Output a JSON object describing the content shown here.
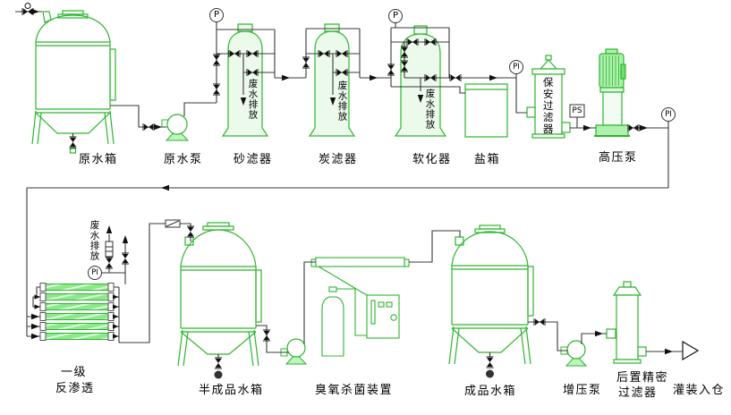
{
  "labels": {
    "raw_water_tank": "原水箱",
    "raw_water_pump": "原水泵",
    "sand_filter": "砂滤器",
    "carbon_filter": "炭滤器",
    "softener": "软化器",
    "salt_tank": "盐箱",
    "security_filter": "保安过滤器",
    "high_pressure_pump": "高压泵",
    "ro_stage": "一级",
    "ro_osmosis": "反渗透",
    "semi_product_tank": "半成品水箱",
    "ozone_device": "臭氧杀菌装置",
    "product_tank": "成品水箱",
    "booster_pump": "增压泵",
    "post_filter_line1": "后置精密",
    "post_filter_line2": "过滤器",
    "filling": "灌装入仓"
  },
  "annotations": {
    "waste_discharge": "废水排放"
  },
  "instruments": {
    "pressure_gauge": "P",
    "pressure_indicator": "PI",
    "pressure_switch": "PS"
  },
  "colors": {
    "equipment_green": "#2db52d",
    "vessel_tint": "#ecfaec",
    "membrane_green": "#8ce98c",
    "pipe_gray": "#3a3a3a",
    "symbol_black": "#111111",
    "background": "#ffffff"
  }
}
